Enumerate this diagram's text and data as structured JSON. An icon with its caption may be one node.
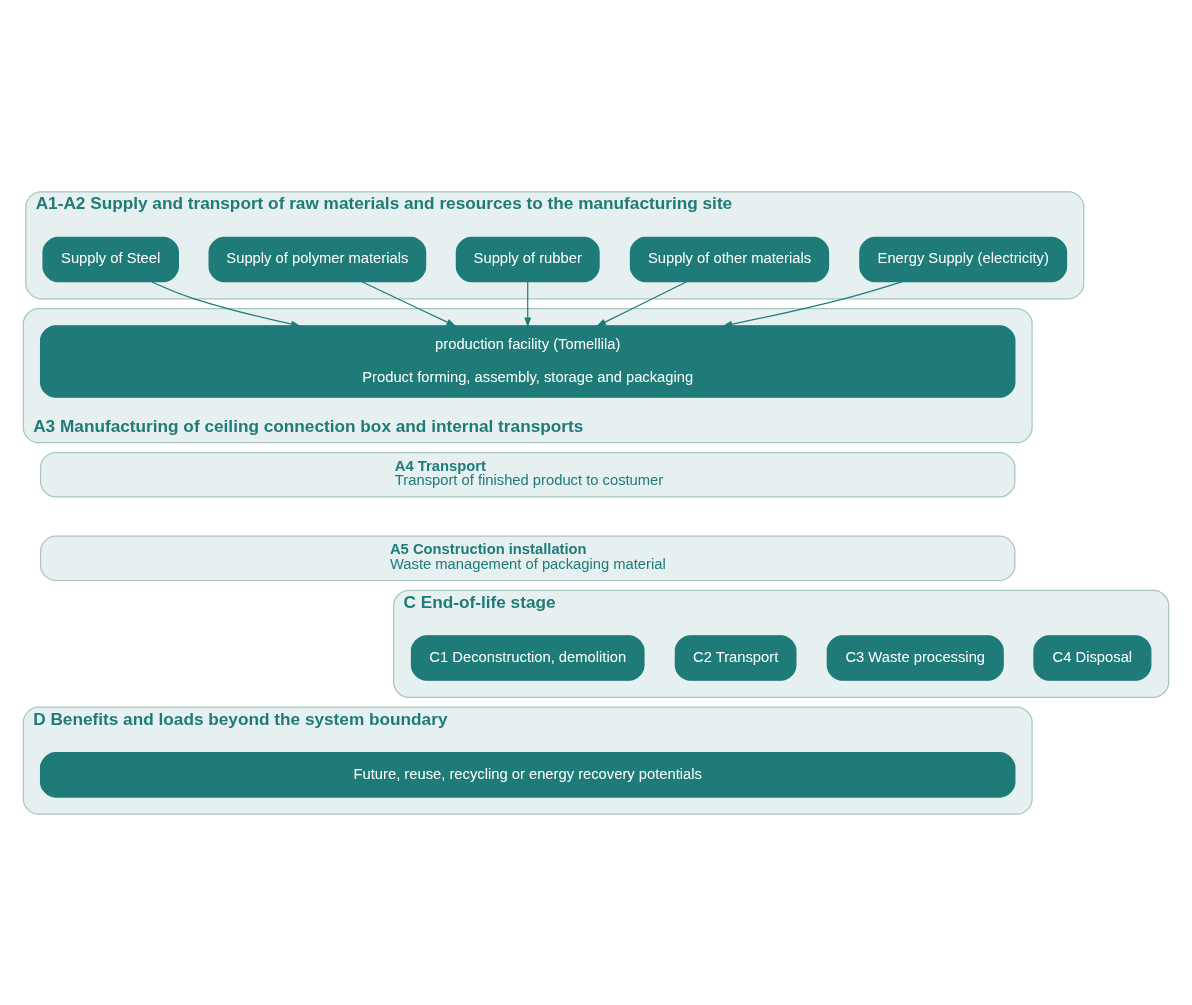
{
  "diagram": {
    "nodes": [
      {
        "text": [
          "A1-A2 Supply and transport of raw materials and resources to the manufacturing site"
        ]
      },
      {
        "text": [
          "Supply of Steel"
        ],
        "in": 0
      },
      {
        "text": [
          "Supply of polymer materials"
        ],
        "in": 0
      },
      {
        "text": [
          "Supply of rubber"
        ],
        "in": 0
      },
      {
        "text": [
          "Supply of other materials"
        ],
        "in": 0
      },
      {
        "text": [
          "Energy Supply (electricity)"
        ],
        "in": 0
      },
      {
        "text": [
          "A3 Manufacturing of ceiling connection box and internal transports"
        ]
      },
      {
        "text": [
          "production facility (Tomellila)",
          "Product forming, assembly, storage and packaging"
        ],
        "in": 6
      },
      {
        "text": [
          "A4 Transport",
          "Transport of finished product to costumer"
        ]
      },
      {
        "text": [
          "A5 Construction installation",
          "Waste management of packaging material"
        ]
      },
      {
        "text": [
          "C End-of-life stage"
        ]
      },
      {
        "text": [
          "C1 Deconstruction, demolition"
        ],
        "in": 10
      },
      {
        "text": [
          "C2 Transport"
        ],
        "in": 10
      },
      {
        "text": [
          "C3 Waste processing"
        ],
        "in": 10
      },
      {
        "text": [
          "C4 Disposal"
        ],
        "in": 10
      },
      {
        "text": [
          "D Benefits and loads beyond the system boundary"
        ]
      },
      {
        "text": [
          "Future, reuse, recycling or energy recovery potentials"
        ],
        "in": 15
      }
    ],
    "edges": [
      {
        "from": 1,
        "to": 7,
        "arrow": "to"
      },
      {
        "from": 2,
        "to": 7,
        "arrow": "to"
      },
      {
        "from": 3,
        "to": 7,
        "arrow": "to"
      },
      {
        "from": 4,
        "to": 7,
        "arrow": "to"
      },
      {
        "from": 5,
        "to": 7,
        "arrow": "to"
      }
    ]
  }
}
